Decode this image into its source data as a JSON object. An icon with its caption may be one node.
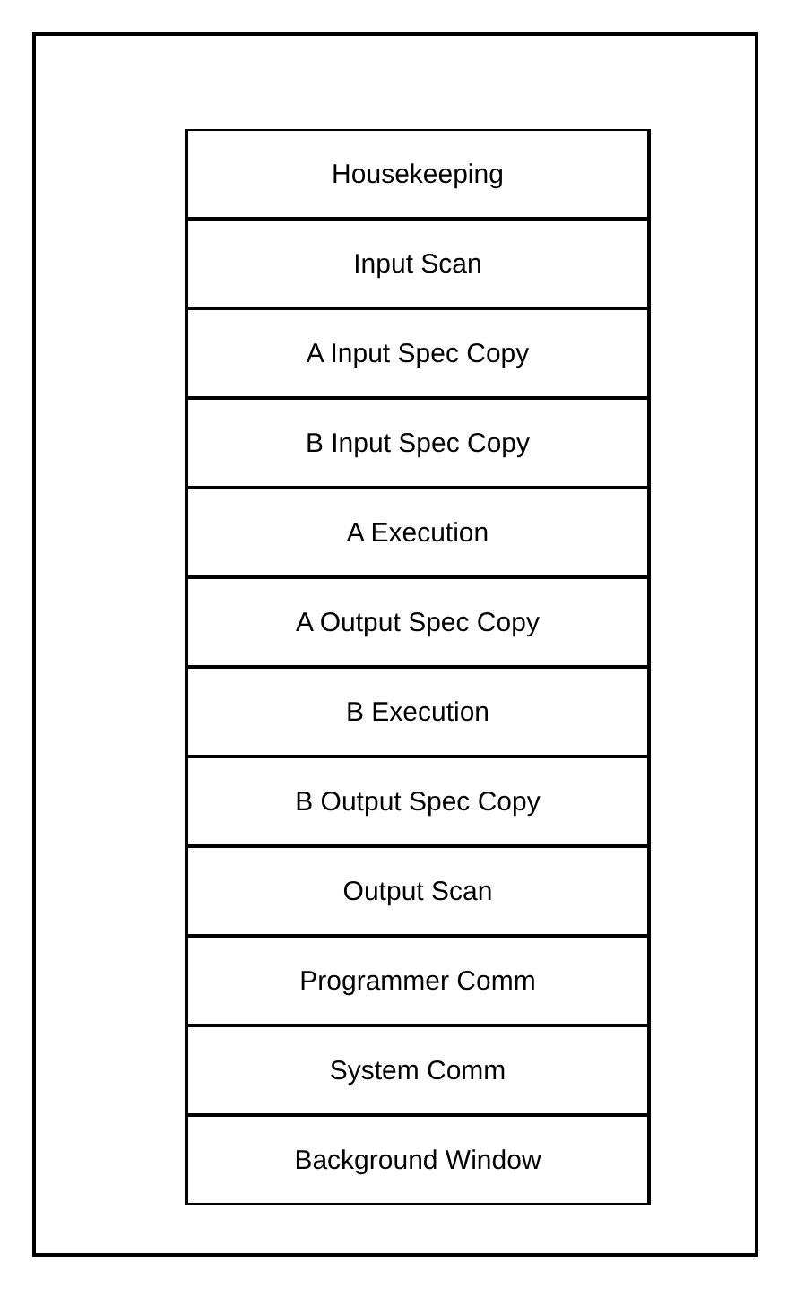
{
  "diagram": {
    "nodes": [
      {
        "text": [
          "Housekeeping"
        ]
      },
      {
        "text": [
          "Input Scan"
        ]
      },
      {
        "text": [
          "A Input Spec Copy"
        ]
      },
      {
        "text": [
          "B Input Spec Copy"
        ]
      },
      {
        "text": [
          "A Execution"
        ]
      },
      {
        "text": [
          "A Output Spec Copy"
        ]
      },
      {
        "text": [
          "B Execution"
        ]
      },
      {
        "text": [
          "B Output Spec Copy"
        ]
      },
      {
        "text": [
          "Output Scan"
        ]
      },
      {
        "text": [
          "Programmer Comm"
        ]
      },
      {
        "text": [
          "System Comm"
        ]
      },
      {
        "text": [
          "Background Window"
        ]
      }
    ]
  }
}
